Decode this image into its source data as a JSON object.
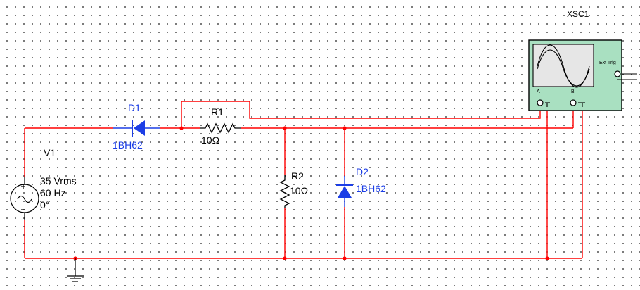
{
  "scope": {
    "label": "XSC1",
    "trig_label": "Ext Trig",
    "ch_a": "A",
    "ch_b": "B"
  },
  "source": {
    "ref": "V1",
    "voltage": "35 Vrms",
    "frequency": "60 Hz",
    "phase": "0°"
  },
  "d1": {
    "ref": "D1",
    "part": "1BH62"
  },
  "r1": {
    "ref": "R1",
    "value": "10Ω"
  },
  "r2": {
    "ref": "R2",
    "value": "10Ω"
  },
  "d2": {
    "ref": "D2",
    "part": "1BH62"
  },
  "colors": {
    "wire": "#ff0000",
    "diode": "#1c3ee6",
    "scope_body": "#a9e0c1",
    "component": "#000000"
  }
}
